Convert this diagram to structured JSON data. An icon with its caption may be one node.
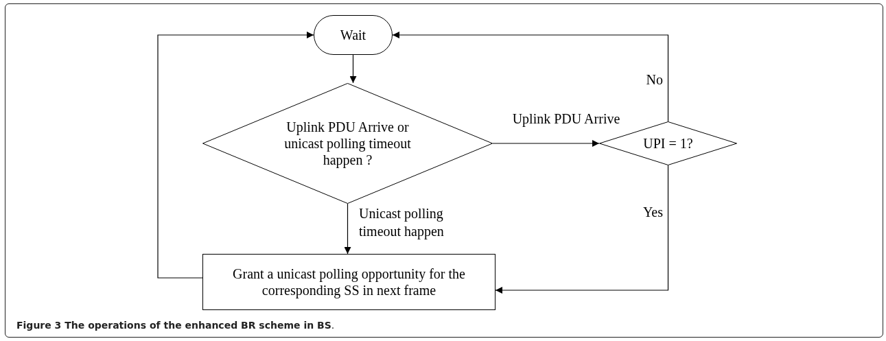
{
  "diagram": {
    "caption": "**Figure 3 The operations of the enhanced BR scheme in BS**.",
    "nodes": [
      {
        "text": [
          "Wait"
        ]
      },
      {
        "text": [
          "Uplink PDU Arrive or unicast polling timeout happen ?"
        ]
      },
      {
        "text": [
          "UPI = 1?"
        ]
      },
      {
        "text": [
          "Grant a unicast polling opportunity for the corresponding SS in next frame"
        ]
      }
    ],
    "edges": [
      {
        "from": 0,
        "to": 1,
        "arrow": "to"
      },
      {
        "from": 1,
        "to": 2,
        "arrow": "to",
        "label": "Uplink PDU Arrive"
      },
      {
        "from": 1,
        "to": 3,
        "arrow": "to",
        "label": "Unicast polling timeout happen"
      },
      {
        "from": 2,
        "to": 0,
        "arrow": "to",
        "label": "No"
      },
      {
        "from": 2,
        "to": 3,
        "arrow": "to",
        "label": "Yes"
      },
      {
        "from": 3,
        "to": 0,
        "arrow": "to"
      }
    ]
  }
}
